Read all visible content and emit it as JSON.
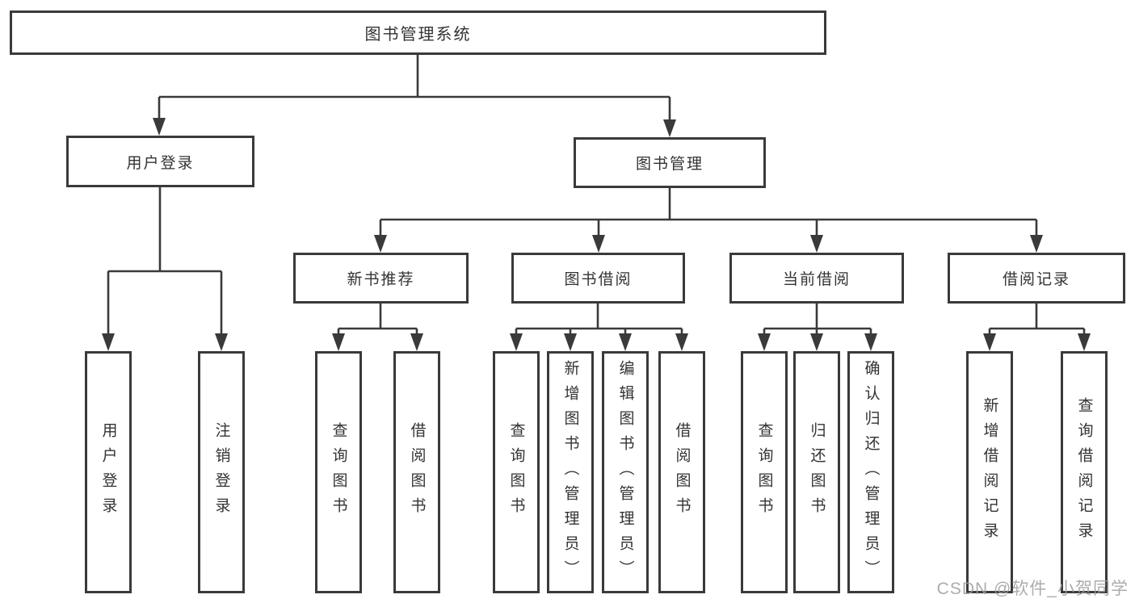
{
  "page": {
    "background": "#ffffff"
  },
  "colors": {
    "line": "#3a3a3a",
    "box_border": "#3a3a3a",
    "text": "#333333",
    "watermark_text": "#9e9e9e"
  },
  "watermark": {
    "text": "CSDN @软件_小贺同学"
  },
  "tree": {
    "root": {
      "label": "图书管理系统",
      "children": [
        {
          "label": "用户登录",
          "children": [
            {
              "label": "用户登录"
            },
            {
              "label": "注销登录"
            }
          ]
        },
        {
          "label": "图书管理",
          "children": [
            {
              "label": "新书推荐",
              "children": [
                {
                  "label": "查询图书"
                },
                {
                  "label": "借阅图书"
                }
              ]
            },
            {
              "label": "图书借阅",
              "children": [
                {
                  "label": "查询图书"
                },
                {
                  "label": "新增图书（管理员）"
                },
                {
                  "label": "编辑图书（管理员）"
                },
                {
                  "label": "借阅图书"
                }
              ]
            },
            {
              "label": "当前借阅",
              "children": [
                {
                  "label": "查询图书"
                },
                {
                  "label": "归还图书"
                },
                {
                  "label": "确认归还（管理员）"
                }
              ]
            },
            {
              "label": "借阅记录",
              "children": [
                {
                  "label": "新增借阅记录"
                },
                {
                  "label": "查询借阅记录"
                }
              ]
            }
          ]
        }
      ]
    }
  }
}
